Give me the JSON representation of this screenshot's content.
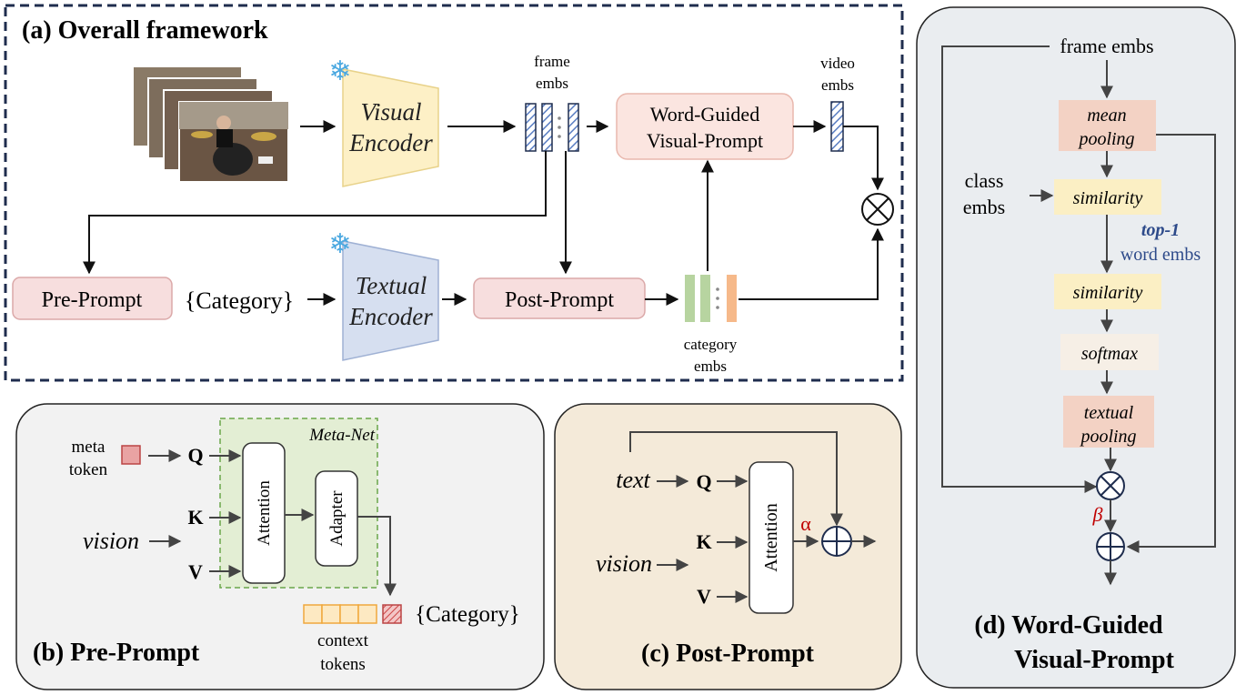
{
  "panel_a": {
    "title": "(a) Overall framework",
    "visual_encoder": [
      "Visual",
      "Encoder"
    ],
    "textual_encoder": [
      "Textual",
      "Encoder"
    ],
    "frame_embs": [
      "frame",
      "embs"
    ],
    "video_embs": [
      "video",
      "embs"
    ],
    "category_embs": [
      "category",
      "embs"
    ],
    "word_guided": [
      "Word-Guided",
      "Visual-Prompt"
    ],
    "pre_prompt": "Pre-Prompt",
    "category": "{Category}",
    "post_prompt": "Post-Prompt"
  },
  "panel_b": {
    "title": "(b) Pre-Prompt",
    "meta_token": [
      "meta",
      "token"
    ],
    "q": "Q",
    "k": "K",
    "v": "V",
    "vision": "vision",
    "meta_net": "Meta-Net",
    "attention": "Attention",
    "adapter": "Adapter",
    "category": "{Category}",
    "context_tokens": [
      "context",
      "tokens"
    ]
  },
  "panel_c": {
    "title": "(c) Post-Prompt",
    "text": "text",
    "vision": "vision",
    "q": "Q",
    "k": "K",
    "v": "V",
    "attention": "Attention",
    "alpha": "α"
  },
  "panel_d": {
    "title": [
      "(d) Word-Guided",
      "Visual-Prompt"
    ],
    "frame_embs": "frame embs",
    "mean_pooling": [
      "mean",
      "pooling"
    ],
    "class_embs": [
      "class",
      "embs"
    ],
    "similarity_1": "similarity",
    "top1": "top-1",
    "word_embs": "word embs",
    "similarity_2": "similarity",
    "softmax": "softmax",
    "textual_pooling": [
      "textual",
      "pooling"
    ],
    "beta": "β"
  },
  "colors": {
    "panel_a_border": "#1f2d4e",
    "visual_encoder": "#fdf0c6",
    "textual_encoder": "#d6dff0",
    "prompt_box": "#f7dede",
    "word_guided_box": "#fbe5e0",
    "panel_b_bg": "#f2f2f2",
    "meta_net_bg": "#e3eed4",
    "panel_c_bg": "#f4ead9",
    "panel_d_bg": "#eaedf0",
    "pooling_box": "#f3d2c4",
    "similarity_box": "#fbefc4",
    "softmax_box": "#f6efe6",
    "top1_text": "#2d4a8a",
    "greek_text": "#c00000"
  }
}
